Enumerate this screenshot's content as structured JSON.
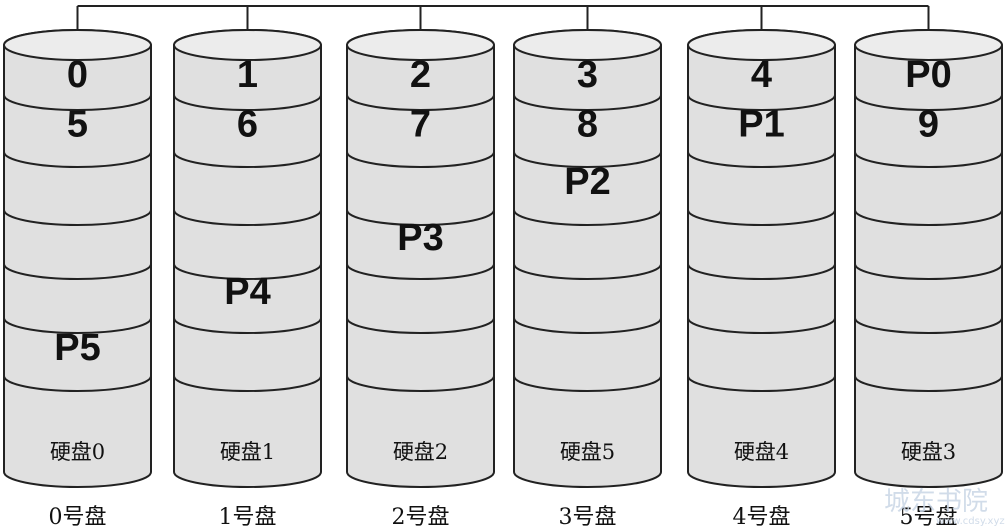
{
  "diagram": {
    "disks": [
      {
        "disk_label": "硬盘0",
        "slot_label": "0号盘",
        "blocks": [
          "0",
          "5",
          "",
          "",
          "",
          "P5",
          ""
        ]
      },
      {
        "disk_label": "硬盘1",
        "slot_label": "1号盘",
        "blocks": [
          "1",
          "6",
          "",
          "",
          "P4",
          "",
          ""
        ]
      },
      {
        "disk_label": "硬盘2",
        "slot_label": "2号盘",
        "blocks": [
          "2",
          "7",
          "",
          "P3",
          "",
          "",
          ""
        ]
      },
      {
        "disk_label": "硬盘5",
        "slot_label": "3号盘",
        "blocks": [
          "3",
          "8",
          "P2",
          "",
          "",
          "",
          ""
        ]
      },
      {
        "disk_label": "硬盘4",
        "slot_label": "4号盘",
        "blocks": [
          "4",
          "P1",
          "",
          "",
          "",
          "",
          ""
        ]
      },
      {
        "disk_label": "硬盘3",
        "slot_label": "5号盘",
        "blocks": [
          "P0",
          "9",
          "",
          "",
          "",
          "",
          ""
        ]
      }
    ],
    "colors": {
      "cylinder_fill": "#e0e0e0",
      "stroke": "#222222",
      "text": "#111111",
      "watermark": "#c9d6e6"
    }
  },
  "watermark": {
    "text": "城东书院",
    "sub": "www.cdsy.xyz"
  }
}
